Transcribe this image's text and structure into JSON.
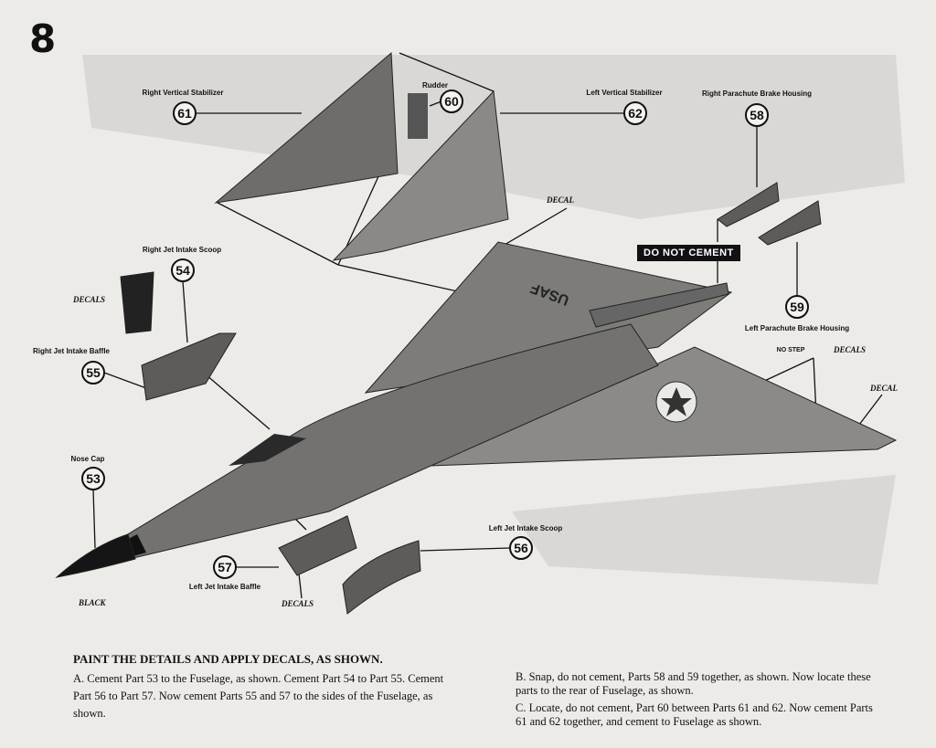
{
  "step": "8",
  "parts": [
    {
      "num": "61",
      "name": "Right Vertical Stabilizer"
    },
    {
      "num": "60",
      "name": "Rudder"
    },
    {
      "num": "62",
      "name": "Left Vertical Stabilizer"
    },
    {
      "num": "58",
      "name": "Right Parachute Brake Housing"
    },
    {
      "num": "59",
      "name": "Left Parachute Brake Housing"
    },
    {
      "num": "54",
      "name": "Right Jet Intake Scoop"
    },
    {
      "num": "55",
      "name": "Right Jet Intake Baffle"
    },
    {
      "num": "53",
      "name": "Nose Cap"
    },
    {
      "num": "57",
      "name": "Left Jet Intake Baffle"
    },
    {
      "num": "56",
      "name": "Left Jet Intake Scoop"
    }
  ],
  "callouts": {
    "decal_top": "DECAL",
    "decal_right": "DECAL",
    "decals_left": "DECALS",
    "decals_bottom": "DECALS",
    "no_step": "NO STEP",
    "no_step_decals": "DECALS",
    "black": "BLACK",
    "do_not_cement": "DO NOT CEMENT",
    "usaf": "USAF"
  },
  "instructions": {
    "heading": "PAINT THE DETAILS AND APPLY DECALS, AS SHOWN.",
    "a": "A. Cement Part 53 to the Fuselage, as shown. Cement Part 54 to Part 55. Cement Part 56 to Part 57. Now cement Parts 55 and 57 to the sides of the Fuselage, as shown.",
    "b": "B. Snap, do not cement, Parts 58 and 59 together, as shown. Now locate these parts to the rear of Fuselage, as shown.",
    "c": "C. Locate, do not cement, Part 60 between Parts 61 and 62. Now cement Parts 61 and 62 together, and cement to Fuselage as shown."
  }
}
